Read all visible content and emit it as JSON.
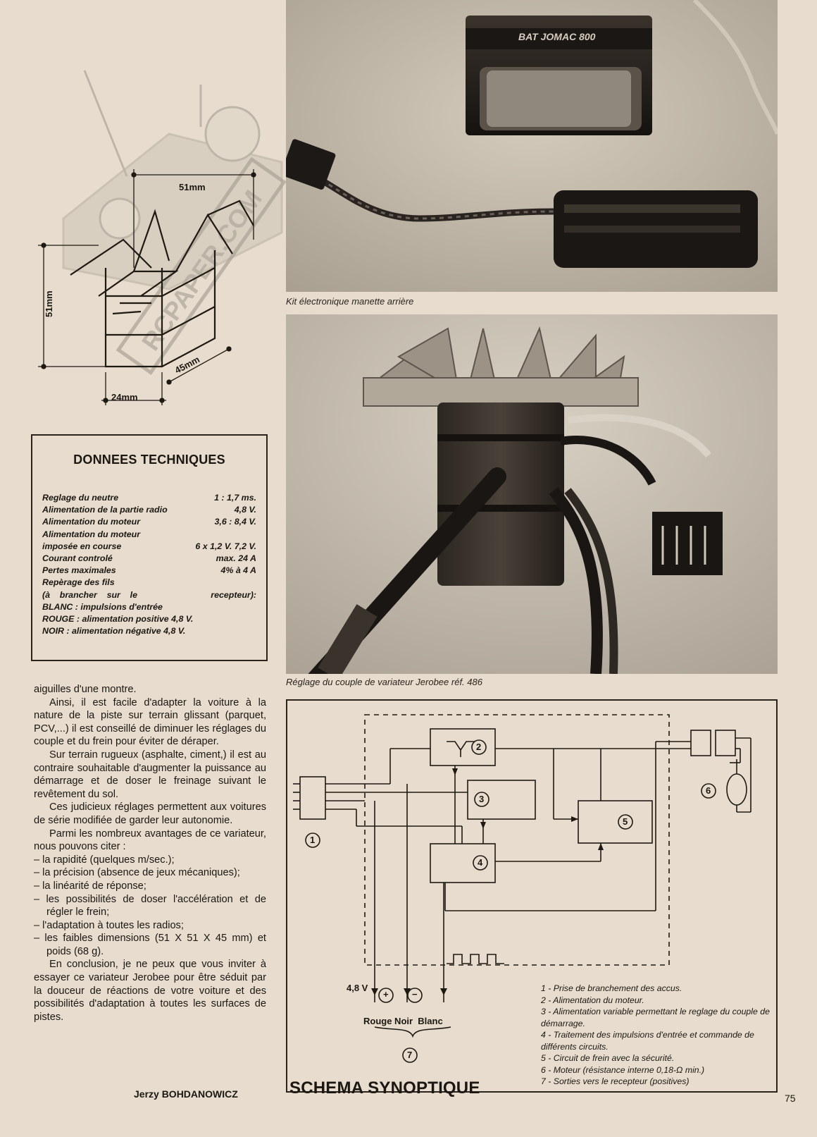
{
  "photos": {
    "top_caption": "Kit électronique manette arrière",
    "bottom_caption": "Réglage du couple de variateur Jerobee réf. 486",
    "battery_label": "BAT   JOMAC 800"
  },
  "drawing": {
    "dim_top": "51mm",
    "dim_left": "51mm",
    "dim_right": "45mm",
    "dim_bottom": "24mm",
    "watermark": "RCPAPER.COM"
  },
  "tech": {
    "title": "DONNEES TECHNIQUES",
    "rows": [
      {
        "label": "Reglage du neutre",
        "value": "1 : 1,7 ms."
      },
      {
        "label": "Alimentation de la partie radio",
        "value": "4,8 V."
      },
      {
        "label": "Alimentation du moteur",
        "value": "3,6 : 8,4 V."
      },
      {
        "label": "Alimentation du moteur",
        "value": ""
      },
      {
        "label": "imposée en course",
        "value": "6 x 1,2 V.   7,2 V."
      },
      {
        "label": "Courant controlé",
        "value": "max. 24 A"
      },
      {
        "label": "Pertes maximales",
        "value": "4% à 4 A"
      },
      {
        "label": "Repèrage des fils",
        "value": ""
      },
      {
        "label": "(à    brancher    sur    le",
        "value": "recepteur):"
      },
      {
        "label": "BLANC : impulsions d'entrée",
        "value": ""
      },
      {
        "label": "ROUGE : alimentation positive 4,8 V.",
        "value": ""
      },
      {
        "label": "NOIR : alimentation négative 4,8 V.",
        "value": ""
      }
    ]
  },
  "article": {
    "p1": "aiguilles d'une montre.",
    "p2": "Ainsi, il est facile d'adapter la voiture à la nature de la piste sur terrain glissant (parquet, PCV,...) il est conseillé de diminuer les réglages du couple et du frein pour éviter de déraper.",
    "p3": "Sur terrain rugueux (asphalte, ciment,) il est au contraire souhaitable d'augmenter la puissance au démarrage et de doser le freinage suivant le revêtement du sol.",
    "p4": "Ces judicieux réglages permettent aux voitures de série modifiée de garder leur autonomie.",
    "p5": "Parmi les nombreux avantages de ce variateur, nous pouvons citer :",
    "list": [
      "– la rapidité (quelques m/sec.);",
      "– la précision (absence de jeux mécaniques);",
      "– la linéarité de réponse;",
      "– les possibilités de doser l'accélération et de régler le frein;",
      "– l'adaptation à toutes les radios;",
      "– les faibles dimensions (51 X 51 X 45 mm) et poids (68 g)."
    ],
    "p6": "En conclusion, je ne peux que vous inviter à essayer ce variateur Jerobee pour être séduit par la douceur de réactions de votre voiture et des possibilités d'adaptation à toutes les surfaces de pistes.",
    "author": "Jerzy BOHDANOWICZ"
  },
  "schema": {
    "title": "SCHEMA SYNOPTIQUE",
    "voltage": "4,8 V",
    "plus": "+",
    "minus": "−",
    "wires": "Rouge Noir  Blanc",
    "n1": "1",
    "n2": "2",
    "n3": "3",
    "n4": "4",
    "n5": "5",
    "n6": "6",
    "n7": "7",
    "legend": [
      "1 - Prise de branchement des accus.",
      "2 - Alimentation du moteur.",
      "3 - Alimentation variable permettant le reglage du couple de démarrage.",
      "4 - Traitement des impulsions d'entrée et commande de différents circuits.",
      "5 - Circuit de frein avec la sécurité.",
      "6 - Moteur (résistance interne 0,18-Ω min.)",
      "7 - Sorties vers le recepteur (positives)"
    ]
  },
  "page_number": "75"
}
